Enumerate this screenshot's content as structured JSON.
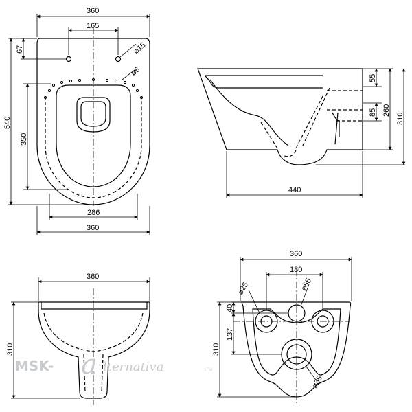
{
  "top_view": {
    "width_top": "360",
    "holes_spacing": "165",
    "hole_dia": "⌀15",
    "small_hole_dia": "⌀6",
    "offset_67": "67",
    "length_540": "540",
    "length_350": "350",
    "width_286": "286",
    "width_bottom": "360"
  },
  "side_view": {
    "dim_55": "55",
    "dim_85": "85",
    "dim_260": "260",
    "dim_310": "310",
    "length_440": "440"
  },
  "front_view": {
    "width": "360",
    "height": "310"
  },
  "rear_view": {
    "width": "360",
    "spacing_180": "180",
    "dia_25": "⌀25",
    "dia_55": "⌀55",
    "dim_40": "40",
    "dim_137": "137",
    "height_310": "310",
    "dia_85": "⌀85"
  },
  "watermark": {
    "left": "MSK-",
    "letter": "a",
    "right": "lternativa",
    "suffix": ".ru"
  }
}
